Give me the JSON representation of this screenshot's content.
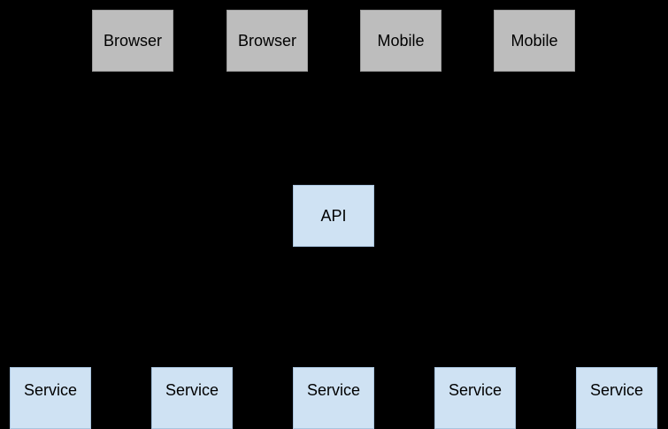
{
  "clients": [
    {
      "label": "Browser"
    },
    {
      "label": "Browser"
    },
    {
      "label": "Mobile"
    },
    {
      "label": "Mobile"
    }
  ],
  "api": {
    "label": "API"
  },
  "services": [
    {
      "label": "Service"
    },
    {
      "label": "Service"
    },
    {
      "label": "Service"
    },
    {
      "label": "Service"
    },
    {
      "label": "Service"
    }
  ],
  "colors": {
    "background": "#000000",
    "client_fill": "#bdbdbd",
    "api_fill": "#cfe2f3",
    "service_fill": "#cfe2f3",
    "text": "#000000"
  }
}
